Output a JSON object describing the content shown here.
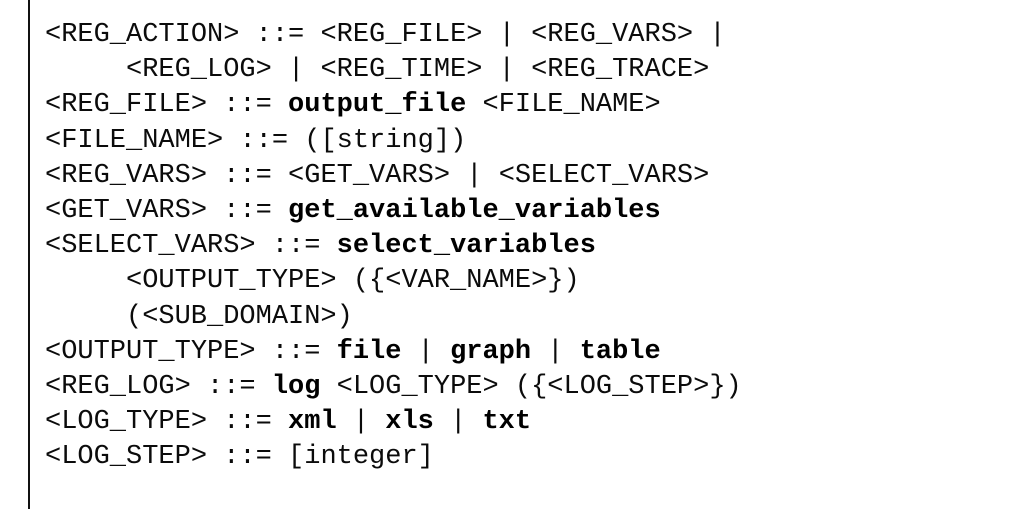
{
  "figure": {
    "name": "bnf-grammar-block",
    "kind": "grammar-specification",
    "background_color": "#ffffff",
    "text_color": "#0b0b0b",
    "rule_color": "#111111",
    "assign_operator": "::=",
    "alternation_operator": "|"
  },
  "lines": [
    {
      "id": "line-1",
      "indent": 0,
      "text": "<REG_ACTION> ::= <REG_FILE> | <REG_VARS> |",
      "parts": [
        {
          "kind": "nt",
          "text": "<REG_ACTION>"
        },
        {
          "kind": "sp",
          "text": " "
        },
        {
          "kind": "op",
          "text": "::="
        },
        {
          "kind": "sp",
          "text": " "
        },
        {
          "kind": "nt",
          "text": "<REG_FILE>"
        },
        {
          "kind": "sp",
          "text": " "
        },
        {
          "kind": "op",
          "text": "|"
        },
        {
          "kind": "sp",
          "text": " "
        },
        {
          "kind": "nt",
          "text": "<REG_VARS>"
        },
        {
          "kind": "sp",
          "text": " "
        },
        {
          "kind": "op",
          "text": "|"
        }
      ]
    },
    {
      "id": "line-2",
      "indent": 5,
      "text": "<REG_LOG> | <REG_TIME> | <REG_TRACE>",
      "parts": [
        {
          "kind": "nt",
          "text": "<REG_LOG>"
        },
        {
          "kind": "sp",
          "text": " "
        },
        {
          "kind": "op",
          "text": "|"
        },
        {
          "kind": "sp",
          "text": " "
        },
        {
          "kind": "nt",
          "text": "<REG_TIME>"
        },
        {
          "kind": "sp",
          "text": " "
        },
        {
          "kind": "op",
          "text": "|"
        },
        {
          "kind": "sp",
          "text": " "
        },
        {
          "kind": "nt",
          "text": "<REG_TRACE>"
        }
      ]
    },
    {
      "id": "line-3",
      "indent": 0,
      "text": "<REG_FILE> ::= output_file <FILE_NAME>",
      "parts": [
        {
          "kind": "nt",
          "text": "<REG_FILE>"
        },
        {
          "kind": "sp",
          "text": " "
        },
        {
          "kind": "op",
          "text": "::="
        },
        {
          "kind": "sp",
          "text": " "
        },
        {
          "kind": "term",
          "text": "output_file"
        },
        {
          "kind": "sp",
          "text": " "
        },
        {
          "kind": "nt",
          "text": "<FILE_NAME>"
        }
      ]
    },
    {
      "id": "line-4",
      "indent": 0,
      "text": "<FILE_NAME> ::= ([string])",
      "parts": [
        {
          "kind": "nt",
          "text": "<FILE_NAME>"
        },
        {
          "kind": "sp",
          "text": " "
        },
        {
          "kind": "op",
          "text": "::="
        },
        {
          "kind": "sp",
          "text": " "
        },
        {
          "kind": "punc",
          "text": "(["
        },
        {
          "kind": "lit",
          "text": "string"
        },
        {
          "kind": "punc",
          "text": "])"
        }
      ]
    },
    {
      "id": "line-5",
      "indent": 0,
      "text": "<REG_VARS> ::= <GET_VARS> | <SELECT_VARS>",
      "parts": [
        {
          "kind": "nt",
          "text": "<REG_VARS>"
        },
        {
          "kind": "sp",
          "text": " "
        },
        {
          "kind": "op",
          "text": "::="
        },
        {
          "kind": "sp",
          "text": " "
        },
        {
          "kind": "nt",
          "text": "<GET_VARS>"
        },
        {
          "kind": "sp",
          "text": " "
        },
        {
          "kind": "op",
          "text": "|"
        },
        {
          "kind": "sp",
          "text": " "
        },
        {
          "kind": "nt",
          "text": "<SELECT_VARS>"
        }
      ]
    },
    {
      "id": "line-6",
      "indent": 0,
      "text": "<GET_VARS> ::= get_available_variables",
      "parts": [
        {
          "kind": "nt",
          "text": "<GET_VARS>"
        },
        {
          "kind": "sp",
          "text": " "
        },
        {
          "kind": "op",
          "text": "::="
        },
        {
          "kind": "sp",
          "text": " "
        },
        {
          "kind": "term",
          "text": "get_available_variables"
        }
      ]
    },
    {
      "id": "line-7",
      "indent": 0,
      "text": "<SELECT_VARS> ::= select_variables",
      "parts": [
        {
          "kind": "nt",
          "text": "<SELECT_VARS>"
        },
        {
          "kind": "sp",
          "text": " "
        },
        {
          "kind": "op",
          "text": "::="
        },
        {
          "kind": "sp",
          "text": " "
        },
        {
          "kind": "term",
          "text": "select_variables"
        }
      ]
    },
    {
      "id": "line-8",
      "indent": 5,
      "text": "<OUTPUT_TYPE> ({<VAR_NAME>})",
      "parts": [
        {
          "kind": "nt",
          "text": "<OUTPUT_TYPE>"
        },
        {
          "kind": "sp",
          "text": " "
        },
        {
          "kind": "punc",
          "text": "({"
        },
        {
          "kind": "nt",
          "text": "<VAR_NAME>"
        },
        {
          "kind": "punc",
          "text": "})"
        }
      ]
    },
    {
      "id": "line-9",
      "indent": 5,
      "text": "(<SUB_DOMAIN>)",
      "parts": [
        {
          "kind": "punc",
          "text": "("
        },
        {
          "kind": "nt",
          "text": "<SUB_DOMAIN>"
        },
        {
          "kind": "punc",
          "text": ")"
        }
      ]
    },
    {
      "id": "line-10",
      "indent": 0,
      "text": "<OUTPUT_TYPE> ::= file | graph | table",
      "parts": [
        {
          "kind": "nt",
          "text": "<OUTPUT_TYPE>"
        },
        {
          "kind": "sp",
          "text": " "
        },
        {
          "kind": "op",
          "text": "::="
        },
        {
          "kind": "sp",
          "text": " "
        },
        {
          "kind": "term",
          "text": "file"
        },
        {
          "kind": "sp",
          "text": " "
        },
        {
          "kind": "op",
          "text": "|"
        },
        {
          "kind": "sp",
          "text": " "
        },
        {
          "kind": "term",
          "text": "graph"
        },
        {
          "kind": "sp",
          "text": " "
        },
        {
          "kind": "op",
          "text": "|"
        },
        {
          "kind": "sp",
          "text": " "
        },
        {
          "kind": "term",
          "text": "table"
        }
      ]
    },
    {
      "id": "line-11",
      "indent": 0,
      "text": "<REG_LOG> ::= log <LOG_TYPE> ({<LOG_STEP>})",
      "parts": [
        {
          "kind": "nt",
          "text": "<REG_LOG>"
        },
        {
          "kind": "sp",
          "text": " "
        },
        {
          "kind": "op",
          "text": "::="
        },
        {
          "kind": "sp",
          "text": " "
        },
        {
          "kind": "term",
          "text": "log"
        },
        {
          "kind": "sp",
          "text": " "
        },
        {
          "kind": "nt",
          "text": "<LOG_TYPE>"
        },
        {
          "kind": "sp",
          "text": " "
        },
        {
          "kind": "punc",
          "text": "({"
        },
        {
          "kind": "nt",
          "text": "<LOG_STEP>"
        },
        {
          "kind": "punc",
          "text": "})"
        }
      ]
    },
    {
      "id": "line-12",
      "indent": 0,
      "text": "<LOG_TYPE> ::= xml | xls | txt",
      "parts": [
        {
          "kind": "nt",
          "text": "<LOG_TYPE>"
        },
        {
          "kind": "sp",
          "text": " "
        },
        {
          "kind": "op",
          "text": "::="
        },
        {
          "kind": "sp",
          "text": " "
        },
        {
          "kind": "term",
          "text": "xml"
        },
        {
          "kind": "sp",
          "text": " "
        },
        {
          "kind": "op",
          "text": "|"
        },
        {
          "kind": "sp",
          "text": " "
        },
        {
          "kind": "term",
          "text": "xls"
        },
        {
          "kind": "sp",
          "text": " "
        },
        {
          "kind": "op",
          "text": "|"
        },
        {
          "kind": "sp",
          "text": " "
        },
        {
          "kind": "term",
          "text": "txt"
        }
      ]
    },
    {
      "id": "line-13",
      "indent": 0,
      "text": "<LOG_STEP> ::= [integer]",
      "parts": [
        {
          "kind": "nt",
          "text": "<LOG_STEP>"
        },
        {
          "kind": "sp",
          "text": " "
        },
        {
          "kind": "op",
          "text": "::="
        },
        {
          "kind": "sp",
          "text": " "
        },
        {
          "kind": "punc",
          "text": "["
        },
        {
          "kind": "lit",
          "text": "integer"
        },
        {
          "kind": "punc",
          "text": "]"
        }
      ]
    }
  ]
}
